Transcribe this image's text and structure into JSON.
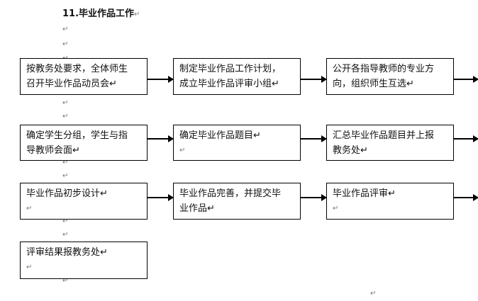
{
  "title": "11.毕业作品工作",
  "para_mark": "↵",
  "steps": [
    {
      "id": "s1",
      "lines": [
        "按教务处要求，全体师生",
        "召开毕业作品动员会↵"
      ]
    },
    {
      "id": "s2",
      "lines": [
        "制定毕业作品工作计划，",
        "成立毕业作品评审小组↵"
      ]
    },
    {
      "id": "s3",
      "lines": [
        "公开各指导教师的专业方",
        "向，组织师生互选↵"
      ]
    },
    {
      "id": "s4",
      "lines": [
        "确定学生分组，学生与指",
        "导教师会面↵"
      ]
    },
    {
      "id": "s5",
      "lines": [
        "确定毕业作品题目↵",
        "↵"
      ]
    },
    {
      "id": "s6",
      "lines": [
        "汇总毕业作品题目并上报",
        "教务处↵"
      ]
    },
    {
      "id": "s7",
      "lines": [
        "毕业作品初步设计↵",
        "↵"
      ]
    },
    {
      "id": "s8",
      "lines": [
        "毕业作品完善，并提交毕",
        "业作品↵"
      ]
    },
    {
      "id": "s9",
      "lines": [
        "毕业作品评审↵",
        "↵"
      ]
    },
    {
      "id": "s10",
      "lines": [
        "评审结果报教务处↵",
        "↵"
      ]
    }
  ]
}
